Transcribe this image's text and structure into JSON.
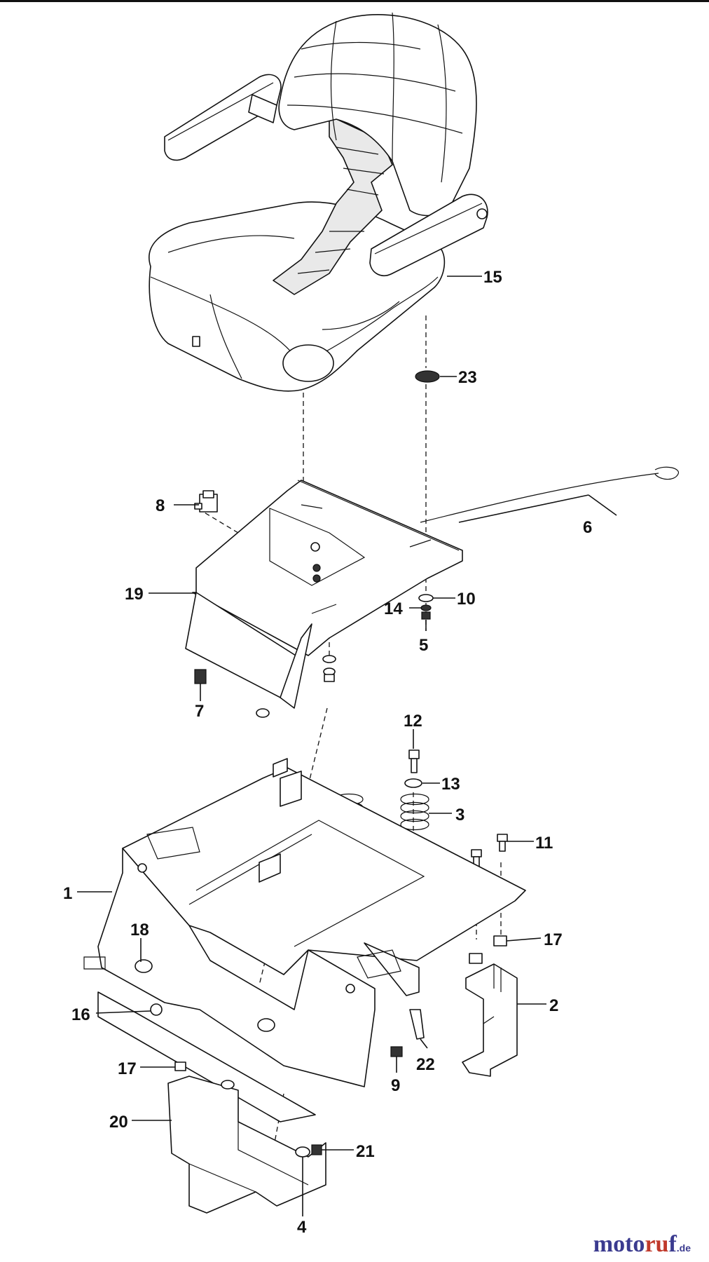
{
  "diagram": {
    "labels": [
      {
        "id": "15",
        "text": "15"
      },
      {
        "id": "23",
        "text": "23"
      },
      {
        "id": "8",
        "text": "8"
      },
      {
        "id": "6",
        "text": "6"
      },
      {
        "id": "19",
        "text": "19"
      },
      {
        "id": "10",
        "text": "10"
      },
      {
        "id": "14",
        "text": "14"
      },
      {
        "id": "5",
        "text": "5"
      },
      {
        "id": "7",
        "text": "7"
      },
      {
        "id": "12",
        "text": "12"
      },
      {
        "id": "13",
        "text": "13"
      },
      {
        "id": "3",
        "text": "3"
      },
      {
        "id": "11",
        "text": "11"
      },
      {
        "id": "1",
        "text": "1"
      },
      {
        "id": "18",
        "text": "18"
      },
      {
        "id": "17a",
        "text": "17"
      },
      {
        "id": "2",
        "text": "2"
      },
      {
        "id": "16",
        "text": "16"
      },
      {
        "id": "22",
        "text": "22"
      },
      {
        "id": "9",
        "text": "9"
      },
      {
        "id": "17b",
        "text": "17"
      },
      {
        "id": "20",
        "text": "20"
      },
      {
        "id": "21",
        "text": "21"
      },
      {
        "id": "4",
        "text": "4"
      }
    ]
  },
  "watermark": {
    "part1": "moto",
    "part2": "ru",
    "part3": "f",
    "suffix": ".de"
  }
}
